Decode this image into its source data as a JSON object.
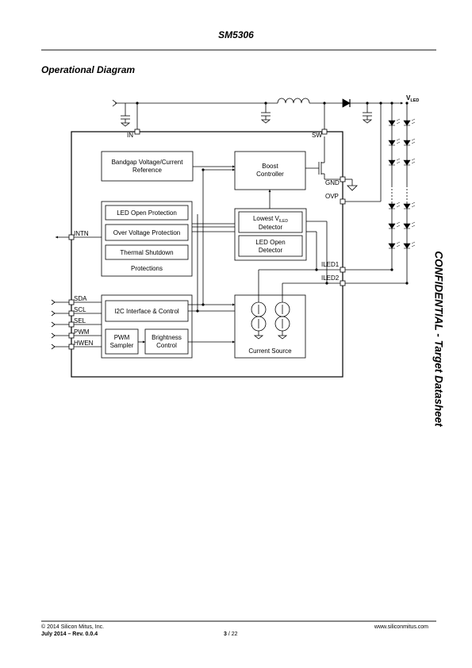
{
  "header": {
    "title": "SM5306"
  },
  "section": {
    "title": "Operational Diagram"
  },
  "diagram": {
    "vled_main": "V",
    "vled_sub": "LED",
    "pins": {
      "in": "IN",
      "sw": "SW",
      "gnd": "GND",
      "ovp": "OVP",
      "intn": "INTN",
      "iled1": "ILED1",
      "iled2": "ILED2",
      "sda": "SDA",
      "scl": "SCL",
      "sel": "SEL",
      "pwm": "PWM",
      "hwen": "HWEN"
    },
    "blocks": {
      "bandgap_line1": "Bandgap Voltage/Current",
      "bandgap_line2": "Reference",
      "boost_line1": "Boost",
      "boost_line2": "Controller",
      "led_open_protection": "LED Open Protection",
      "over_voltage_protection": "Over Voltage Protection",
      "thermal_shutdown": "Thermal Shutdown",
      "protections": "Protections",
      "lowest_vled_main": "Lowest V",
      "lowest_vled_sub": "ILED",
      "lowest_vled_line2": "Detector",
      "led_open_detector_line1": "LED Open",
      "led_open_detector_line2": "Detector",
      "i2c_interface": "I2C Interface & Control",
      "pwm_sampler_line1": "PWM",
      "pwm_sampler_line2": "Sampler",
      "brightness_line1": "Brightness",
      "brightness_line2": "Control",
      "current_source": "Current Source"
    }
  },
  "watermark": "CONFIDENTIAL - Target Datasheet",
  "footer": {
    "copyright": "© 2014 Silicon Mitus, Inc.",
    "website": "www.siliconmitus.com",
    "date_rev": "July 2014 – Rev. 0.0.4",
    "page_current": "3",
    "page_total": " / 22"
  }
}
